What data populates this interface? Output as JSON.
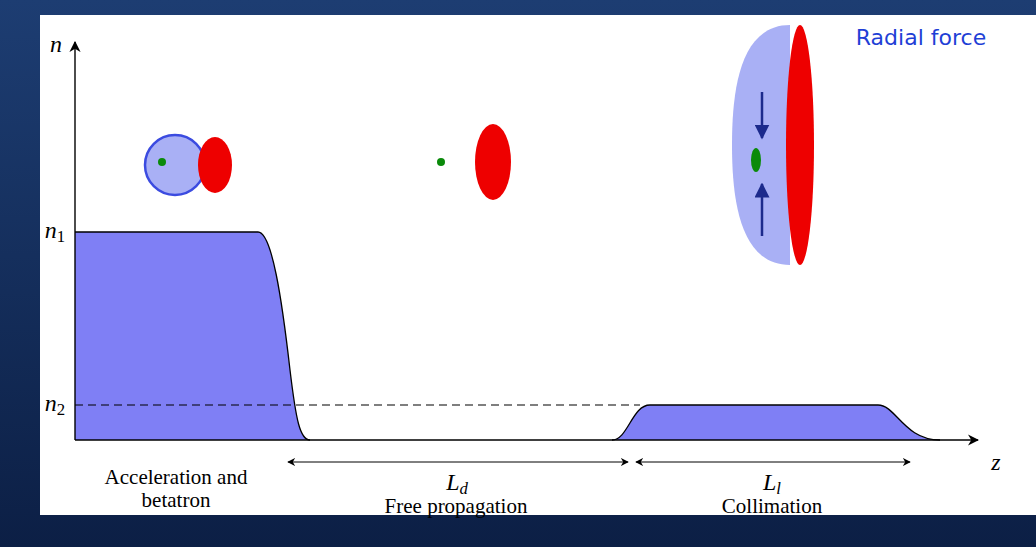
{
  "diagram": {
    "labels": [
      "n",
      "n1",
      "n2",
      "z",
      "Ld",
      "Ll",
      "Acceleration and betatron",
      "Free propagation",
      "Collimation",
      "Radial force"
    ]
  }
}
